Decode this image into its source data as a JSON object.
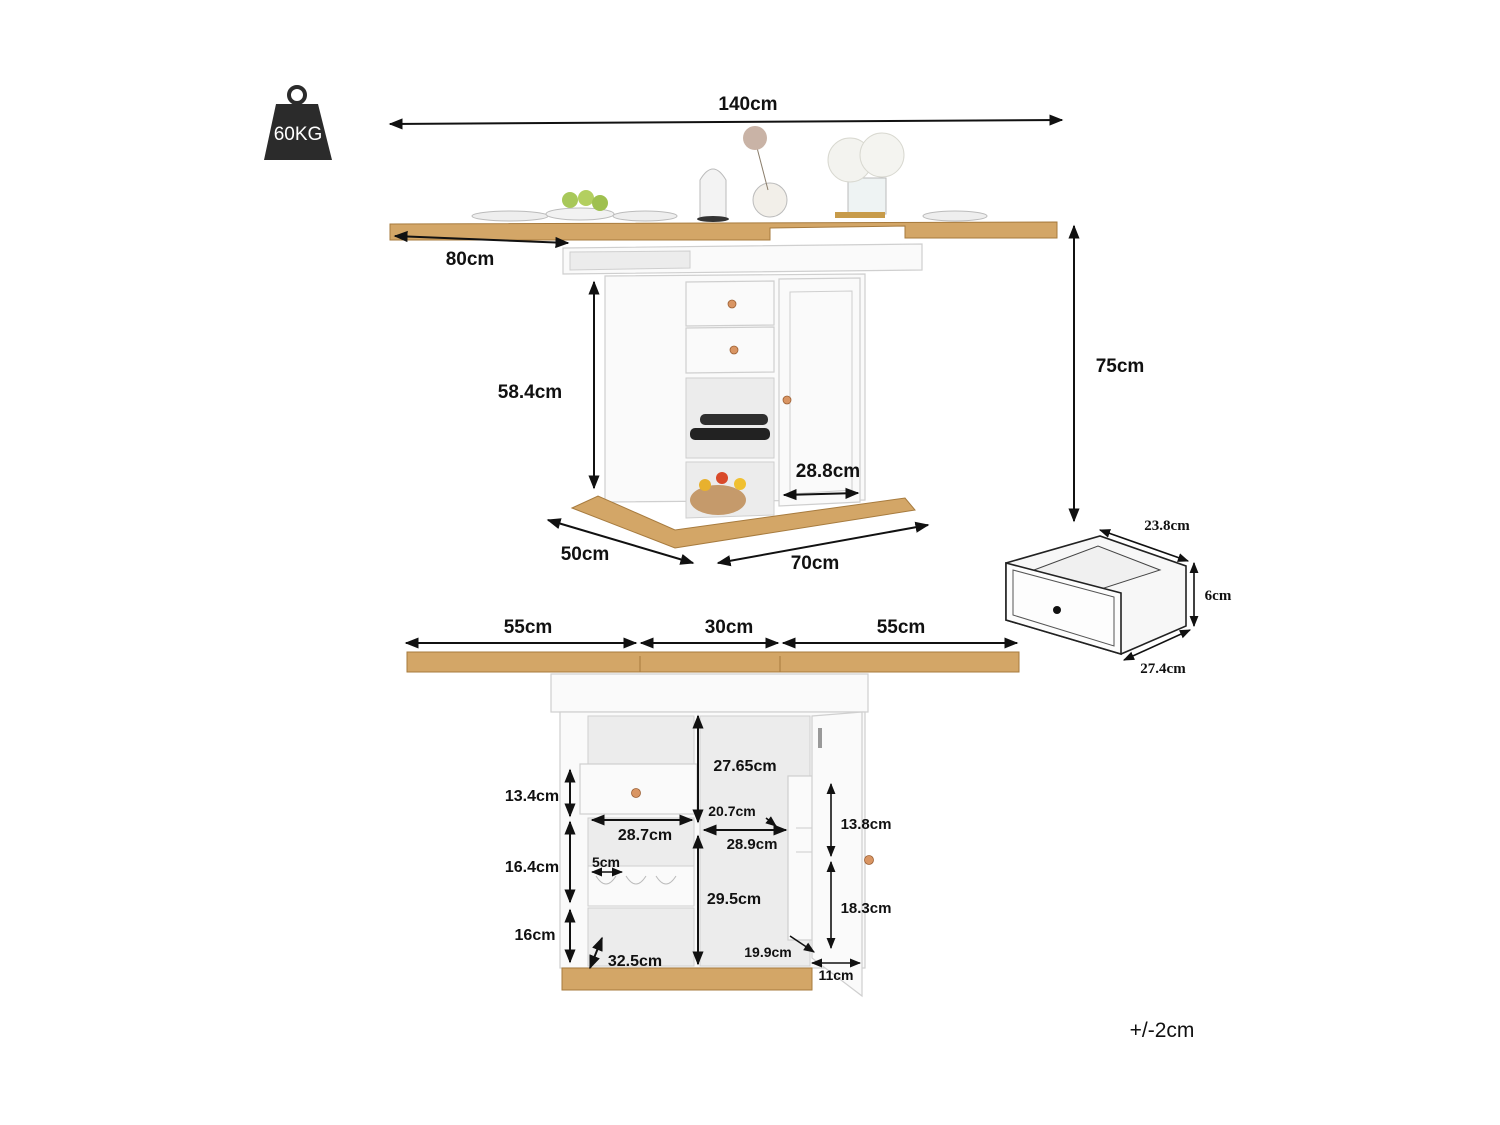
{
  "weight_icon": {
    "icon": "weight-icon",
    "label": "60KG",
    "color": "#2b2b2b"
  },
  "top_view": {
    "width_label": "140cm",
    "leaf_label": "80cm",
    "height_label": "75cm",
    "inner_height_label": "58.4cm",
    "door_width_label": "28.8cm",
    "depth_label": "50cm",
    "base_width_label": "70cm"
  },
  "drawer_detail": {
    "width_label": "23.8cm",
    "height_label": "6cm",
    "depth_label": "27.4cm"
  },
  "front_view": {
    "left_leaf_label": "55cm",
    "center_label": "30cm",
    "right_leaf_label": "55cm",
    "drawer_height_label": "13.4cm",
    "wine_height_label": "16.4cm",
    "bottom_height_label": "16cm",
    "drawer_width_label": "28.7cm",
    "slot_label": "5cm",
    "bottom_depth_label": "32.5cm",
    "cabinet_top_height_label": "27.65cm",
    "shelf_depth_label": "20.7cm",
    "cabinet_width_label": "28.9cm",
    "cabinet_bottom_height_label": "29.5cm",
    "cabinet_depth_label": "19.9cm",
    "door_shelf_top_label": "13.8cm",
    "door_shelf_bottom_label": "18.3cm",
    "door_depth_label": "11cm"
  },
  "tolerance_label": "+/-2cm",
  "colors": {
    "wood": "#d3a667",
    "white": "#fafafa",
    "line": "#111111"
  }
}
